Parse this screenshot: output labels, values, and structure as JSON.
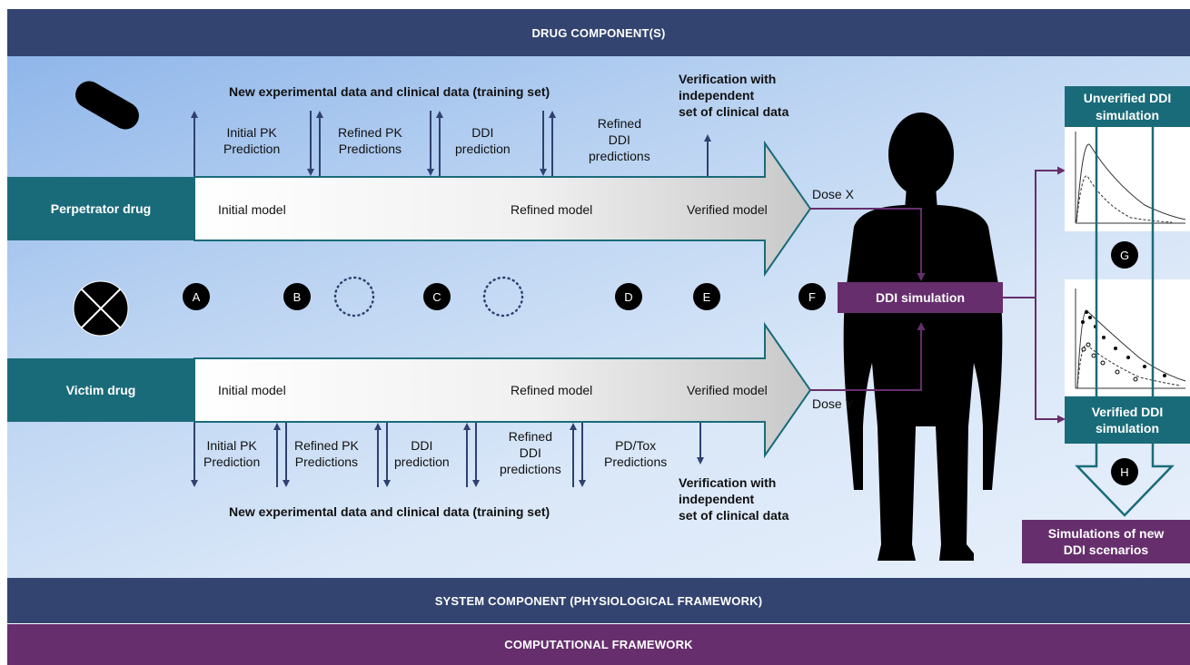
{
  "bands": {
    "drug_component": "DRUG COMPONENT(S)",
    "system_component": "SYSTEM COMPONENT (PHYSIOLOGICAL FRAMEWORK)",
    "computational_framework": "COMPUTATIONAL FRAMEWORK"
  },
  "perpetrator": {
    "label": "Perpetrator drug",
    "stages": [
      "Initial model",
      "Refined model",
      "Verified model"
    ],
    "training_set": "New experimental data and clinical data (training set)",
    "steps": [
      "Initial PK\nPrediction",
      "Refined PK\nPredictions",
      "DDI\nprediction",
      "Refined\nDDI\npredictions"
    ],
    "verification": "Verification with\nindependent\nset of clinical data",
    "dose": "Dose X"
  },
  "victim": {
    "label": "Victim drug",
    "stages": [
      "Initial model",
      "Refined model",
      "Verified model"
    ],
    "training_set": "New experimental data and clinical data (training set)",
    "steps": [
      "Initial PK\nPrediction",
      "Refined PK\nPredictions",
      "DDI\nprediction",
      "Refined\nDDI\npredictions",
      "PD/Tox\nPredictions"
    ],
    "verification": "Verification with\nindependent\nset of clinical data",
    "dose": "Dose Y"
  },
  "markers": [
    "A",
    "B",
    "C",
    "D",
    "E",
    "F",
    "G",
    "H"
  ],
  "ddi_simulation": "DDI simulation",
  "unverified": "Unverified DDI\nsimulation",
  "verified": "Verified DDI\nsimulation",
  "new_scenarios": "Simulations of new\nDDI scenarios",
  "colors": {
    "navy": "#334470",
    "purple": "#662e6d",
    "teal": "#1a6b79",
    "arrow_line": "#2f4170"
  }
}
